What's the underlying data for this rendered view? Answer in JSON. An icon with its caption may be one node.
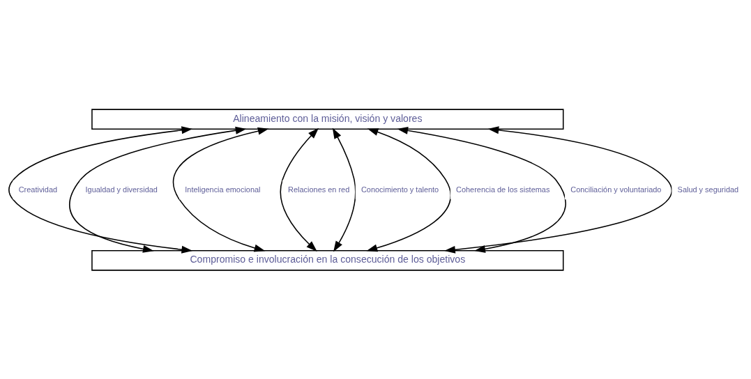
{
  "diagram": {
    "nodes": [
      {
        "text": [
          "Alineamiento con la misión, visión y valores"
        ]
      },
      {
        "text": [
          "Compromiso e involucración en la consecución de los objetivos"
        ]
      }
    ],
    "edges": [
      {
        "from": 0,
        "to": 1,
        "arrow": "both",
        "label": "Creatividad"
      },
      {
        "from": 0,
        "to": 1,
        "arrow": "both",
        "label": "Igualdad y diversidad"
      },
      {
        "from": 0,
        "to": 1,
        "arrow": "both",
        "label": "Inteligencia emocional"
      },
      {
        "from": 0,
        "to": 1,
        "arrow": "both",
        "label": "Relaciones en red"
      },
      {
        "from": 0,
        "to": 1,
        "arrow": "both",
        "label": "Conocimiento y talento"
      },
      {
        "from": 0,
        "to": 1,
        "arrow": "both",
        "label": "Coherencia de los sistemas"
      },
      {
        "from": 0,
        "to": 1,
        "arrow": "both",
        "label": "Conciliación y voluntariado"
      },
      {
        "from": 0,
        "to": 1,
        "arrow": "both",
        "label": "Salud y seguridad"
      }
    ]
  }
}
